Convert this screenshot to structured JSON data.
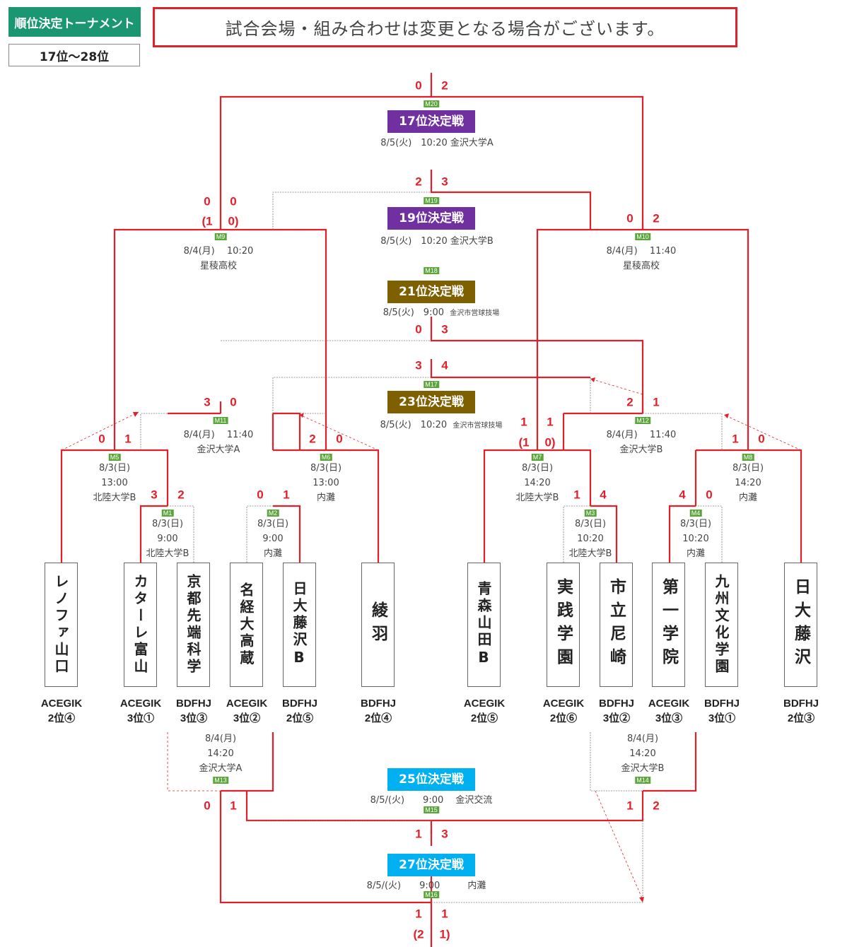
{
  "header": {
    "title": "順位決定トーナメント",
    "range": "17位～28位",
    "notice": "試合会場・組み合わせは変更となる場合がございます。"
  },
  "colors": {
    "accent_red": "#e0202a",
    "title_green": "#1a9670",
    "tag_green": "#5aa53a",
    "purple": "#7030a0",
    "brown": "#7f6000",
    "cyan": "#00b0f0"
  },
  "placements": [
    {
      "label": "17位決定戦",
      "match": "M20",
      "info": "8/5(火)　10:20 金沢大学A",
      "color": "purple"
    },
    {
      "label": "19位決定戦",
      "match": "M19",
      "info": "8/5(火)　10:20 金沢大学B",
      "color": "purple"
    },
    {
      "label": "21位決定戦",
      "match": "M18",
      "info": "8/5(火)　9:00",
      "venue_small": "金沢市営球技場",
      "color": "brown"
    },
    {
      "label": "23位決定戦",
      "match": "M17",
      "info": "8/5(火)　10:20",
      "venue_small": "金沢市営球技場",
      "color": "brown"
    },
    {
      "label": "25位決定戦",
      "match": "M15",
      "info": "8/5/(火)　　9:00　 金沢交流",
      "color": "cyan"
    },
    {
      "label": "27位決定戦",
      "match": "M16",
      "info": "8/5/(火)　　9:00　　　内灘",
      "color": "cyan"
    }
  ],
  "matches": [
    {
      "id": "M1",
      "lines": [
        "8/3(日)",
        "9:00",
        "北陸大学B"
      ]
    },
    {
      "id": "M2",
      "lines": [
        "8/3(日)",
        "9:00",
        "内灘"
      ]
    },
    {
      "id": "M3",
      "lines": [
        "8/3(日)",
        "10:20",
        "北陸大学B"
      ]
    },
    {
      "id": "M4",
      "lines": [
        "8/3(日)",
        "10:20",
        "内灘"
      ]
    },
    {
      "id": "M5",
      "lines": [
        "8/3(日)",
        "13:00",
        "北陸大学B"
      ]
    },
    {
      "id": "M6",
      "lines": [
        "8/3(日)",
        "13:00",
        "内灘"
      ]
    },
    {
      "id": "M7",
      "lines": [
        "8/3(日)",
        "14:20",
        "北陸大学B"
      ]
    },
    {
      "id": "M8",
      "lines": [
        "8/3(日)",
        "14:20",
        "内灘"
      ]
    },
    {
      "id": "M9",
      "lines": [
        "8/4(月)　 10:20",
        "星稜高校"
      ]
    },
    {
      "id": "M10",
      "lines": [
        "8/4(月)　 11:40",
        "星稜高校"
      ]
    },
    {
      "id": "M11",
      "lines": [
        "8/4(月)　 11:40",
        "金沢大学A"
      ]
    },
    {
      "id": "M12",
      "lines": [
        "8/4(月)　 11:40",
        "金沢大学B"
      ]
    },
    {
      "id": "M13",
      "lines": [
        "8/4(月)",
        "14:20",
        "金沢大学A"
      ]
    },
    {
      "id": "M14",
      "lines": [
        "8/4(月)",
        "14:20",
        "金沢大学B"
      ]
    }
  ],
  "teams": [
    {
      "name": "レノファ山口",
      "group": "ACEGIK",
      "seed": "2位④"
    },
    {
      "name": "カターレ富山",
      "group": "ACEGIK",
      "seed": "3位①"
    },
    {
      "name": "京都先端科学",
      "group": "BDFHJ",
      "seed": "3位③"
    },
    {
      "name": "名経大高蔵",
      "group": "ACEGIK",
      "seed": "3位②"
    },
    {
      "name": "日大藤沢B",
      "group": "BDFHJ",
      "seed": "2位⑤"
    },
    {
      "name": "綾羽",
      "group": "BDFHJ",
      "seed": "2位④"
    },
    {
      "name": "青森山田B",
      "group": "ACEGIK",
      "seed": "2位⑤"
    },
    {
      "name": "実践学園",
      "group": "ACEGIK",
      "seed": "2位⑥"
    },
    {
      "name": "市立尼崎",
      "group": "BDFHJ",
      "seed": "3位②"
    },
    {
      "name": "第一学院",
      "group": "ACEGIK",
      "seed": "3位③"
    },
    {
      "name": "九州文化学園",
      "group": "BDFHJ",
      "seed": "3位①"
    },
    {
      "name": "日大藤沢",
      "group": "BDFHJ",
      "seed": "2位③"
    }
  ],
  "scores": {
    "m20": [
      "0",
      "2"
    ],
    "m19": [
      "2",
      "3"
    ],
    "m9": [
      "0",
      "0"
    ],
    "m9_pk": [
      "(1",
      "0)"
    ],
    "m10": [
      "0",
      "2"
    ],
    "m18": [
      "0",
      "3"
    ],
    "m17": [
      "3",
      "4"
    ],
    "m11": [
      "3",
      "0"
    ],
    "m12": [
      "2",
      "1"
    ],
    "m5": [
      "0",
      "1"
    ],
    "m6": [
      "2",
      "0"
    ],
    "m7": [
      "1",
      "1"
    ],
    "m7_pk": [
      "(1",
      "0)"
    ],
    "m8": [
      "1",
      "0"
    ],
    "m1": [
      "3",
      "2"
    ],
    "m2": [
      "0",
      "1"
    ],
    "m3": [
      "1",
      "4"
    ],
    "m4": [
      "4",
      "0"
    ],
    "m13": [
      "0",
      "1"
    ],
    "m14": [
      "1",
      "2"
    ],
    "m15": [
      "1",
      "3"
    ],
    "m16": [
      "1",
      "1"
    ],
    "m16_pk": [
      "(2",
      "1)"
    ]
  }
}
